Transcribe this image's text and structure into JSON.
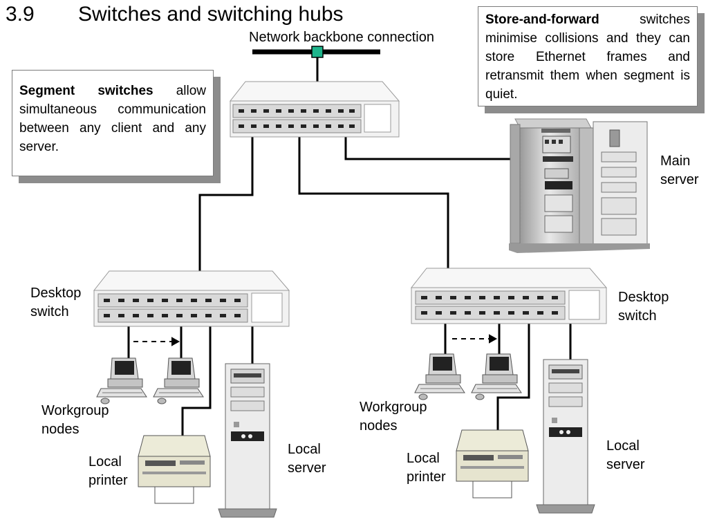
{
  "slide": {
    "number": "3.9",
    "title": "Switches and switching hubs"
  },
  "callouts": {
    "segment": {
      "bold": "Segment switches",
      "text": " allow simultaneous communication between any client and any server."
    },
    "store_forward": {
      "bold": "Store-and-forward",
      "text": " switches minimise collisions and they can store Ethernet frames and retransmit them when segment is quiet."
    }
  },
  "labels": {
    "backbone": "Network backbone connection",
    "main_server_1": "Main",
    "main_server_2": "server",
    "desktop_left_1": "Desktop",
    "desktop_left_2": "switch",
    "desktop_right_1": "Desktop",
    "desktop_right_2": "switch",
    "workgroup_left_1": "Workgroup",
    "workgroup_left_2": "nodes",
    "workgroup_right_1": "Workgroup",
    "workgroup_right_2": "nodes",
    "printer_left_1": "Local",
    "printer_left_2": "printer",
    "printer_right_1": "Local",
    "printer_right_2": "printer",
    "server_left_1": "Local",
    "server_left_2": "server",
    "server_right_1": "Local",
    "server_right_2": "server"
  },
  "colors": {
    "backbone_connector": "#1fb58c",
    "cable": "#000000",
    "device_body": "#f2f2f2",
    "port_panel": "#d9d9d9"
  },
  "icons": [
    "backbone-switch-icon",
    "desktop-switch-icon",
    "main-server-icon",
    "workstation-icon",
    "printer-icon",
    "tower-server-icon"
  ]
}
